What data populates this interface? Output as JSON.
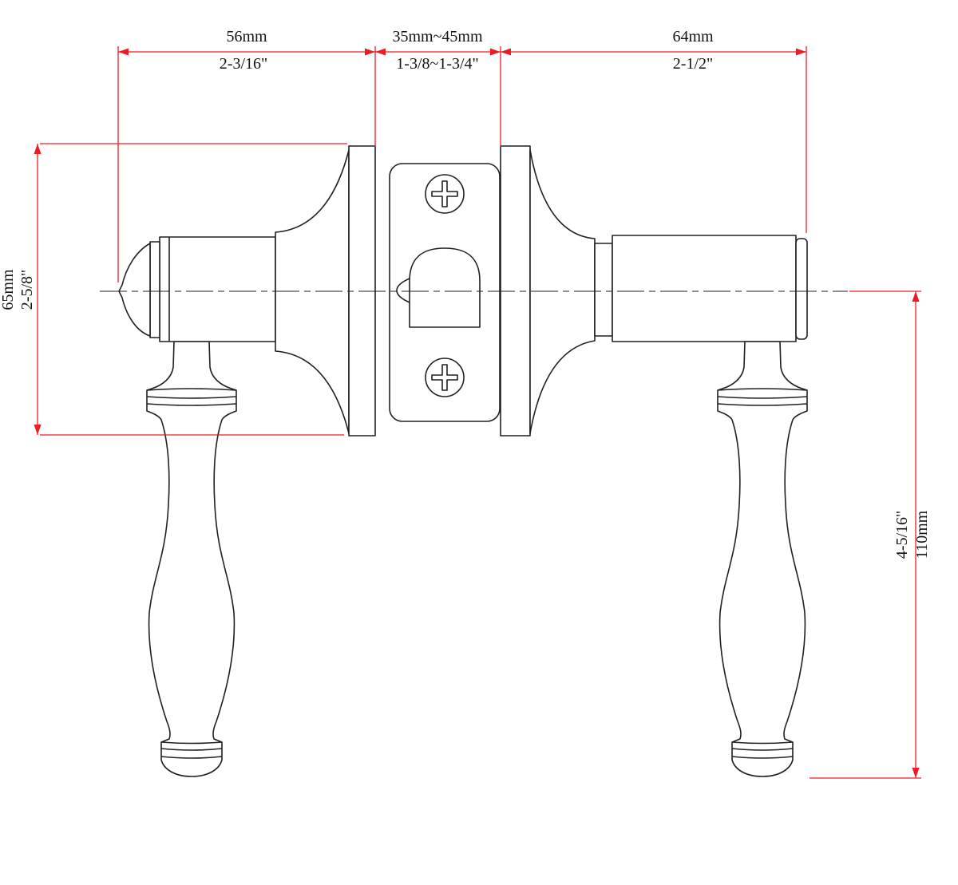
{
  "colors": {
    "dimension": "#ed1c24",
    "line": "#231f20",
    "label": "#111111"
  },
  "dimensions": {
    "top_left": {
      "metric": "56mm",
      "imperial": "2-3/16\""
    },
    "top_middle": {
      "metric": "35mm~45mm",
      "imperial": "1-3/8~1-3/4\""
    },
    "top_right": {
      "metric": "64mm",
      "imperial": "2-1/2\""
    },
    "left": {
      "metric": "65mm",
      "imperial": "2-5/8\""
    },
    "right": {
      "imperial": "4-5/16\"",
      "metric": "110mm"
    }
  }
}
